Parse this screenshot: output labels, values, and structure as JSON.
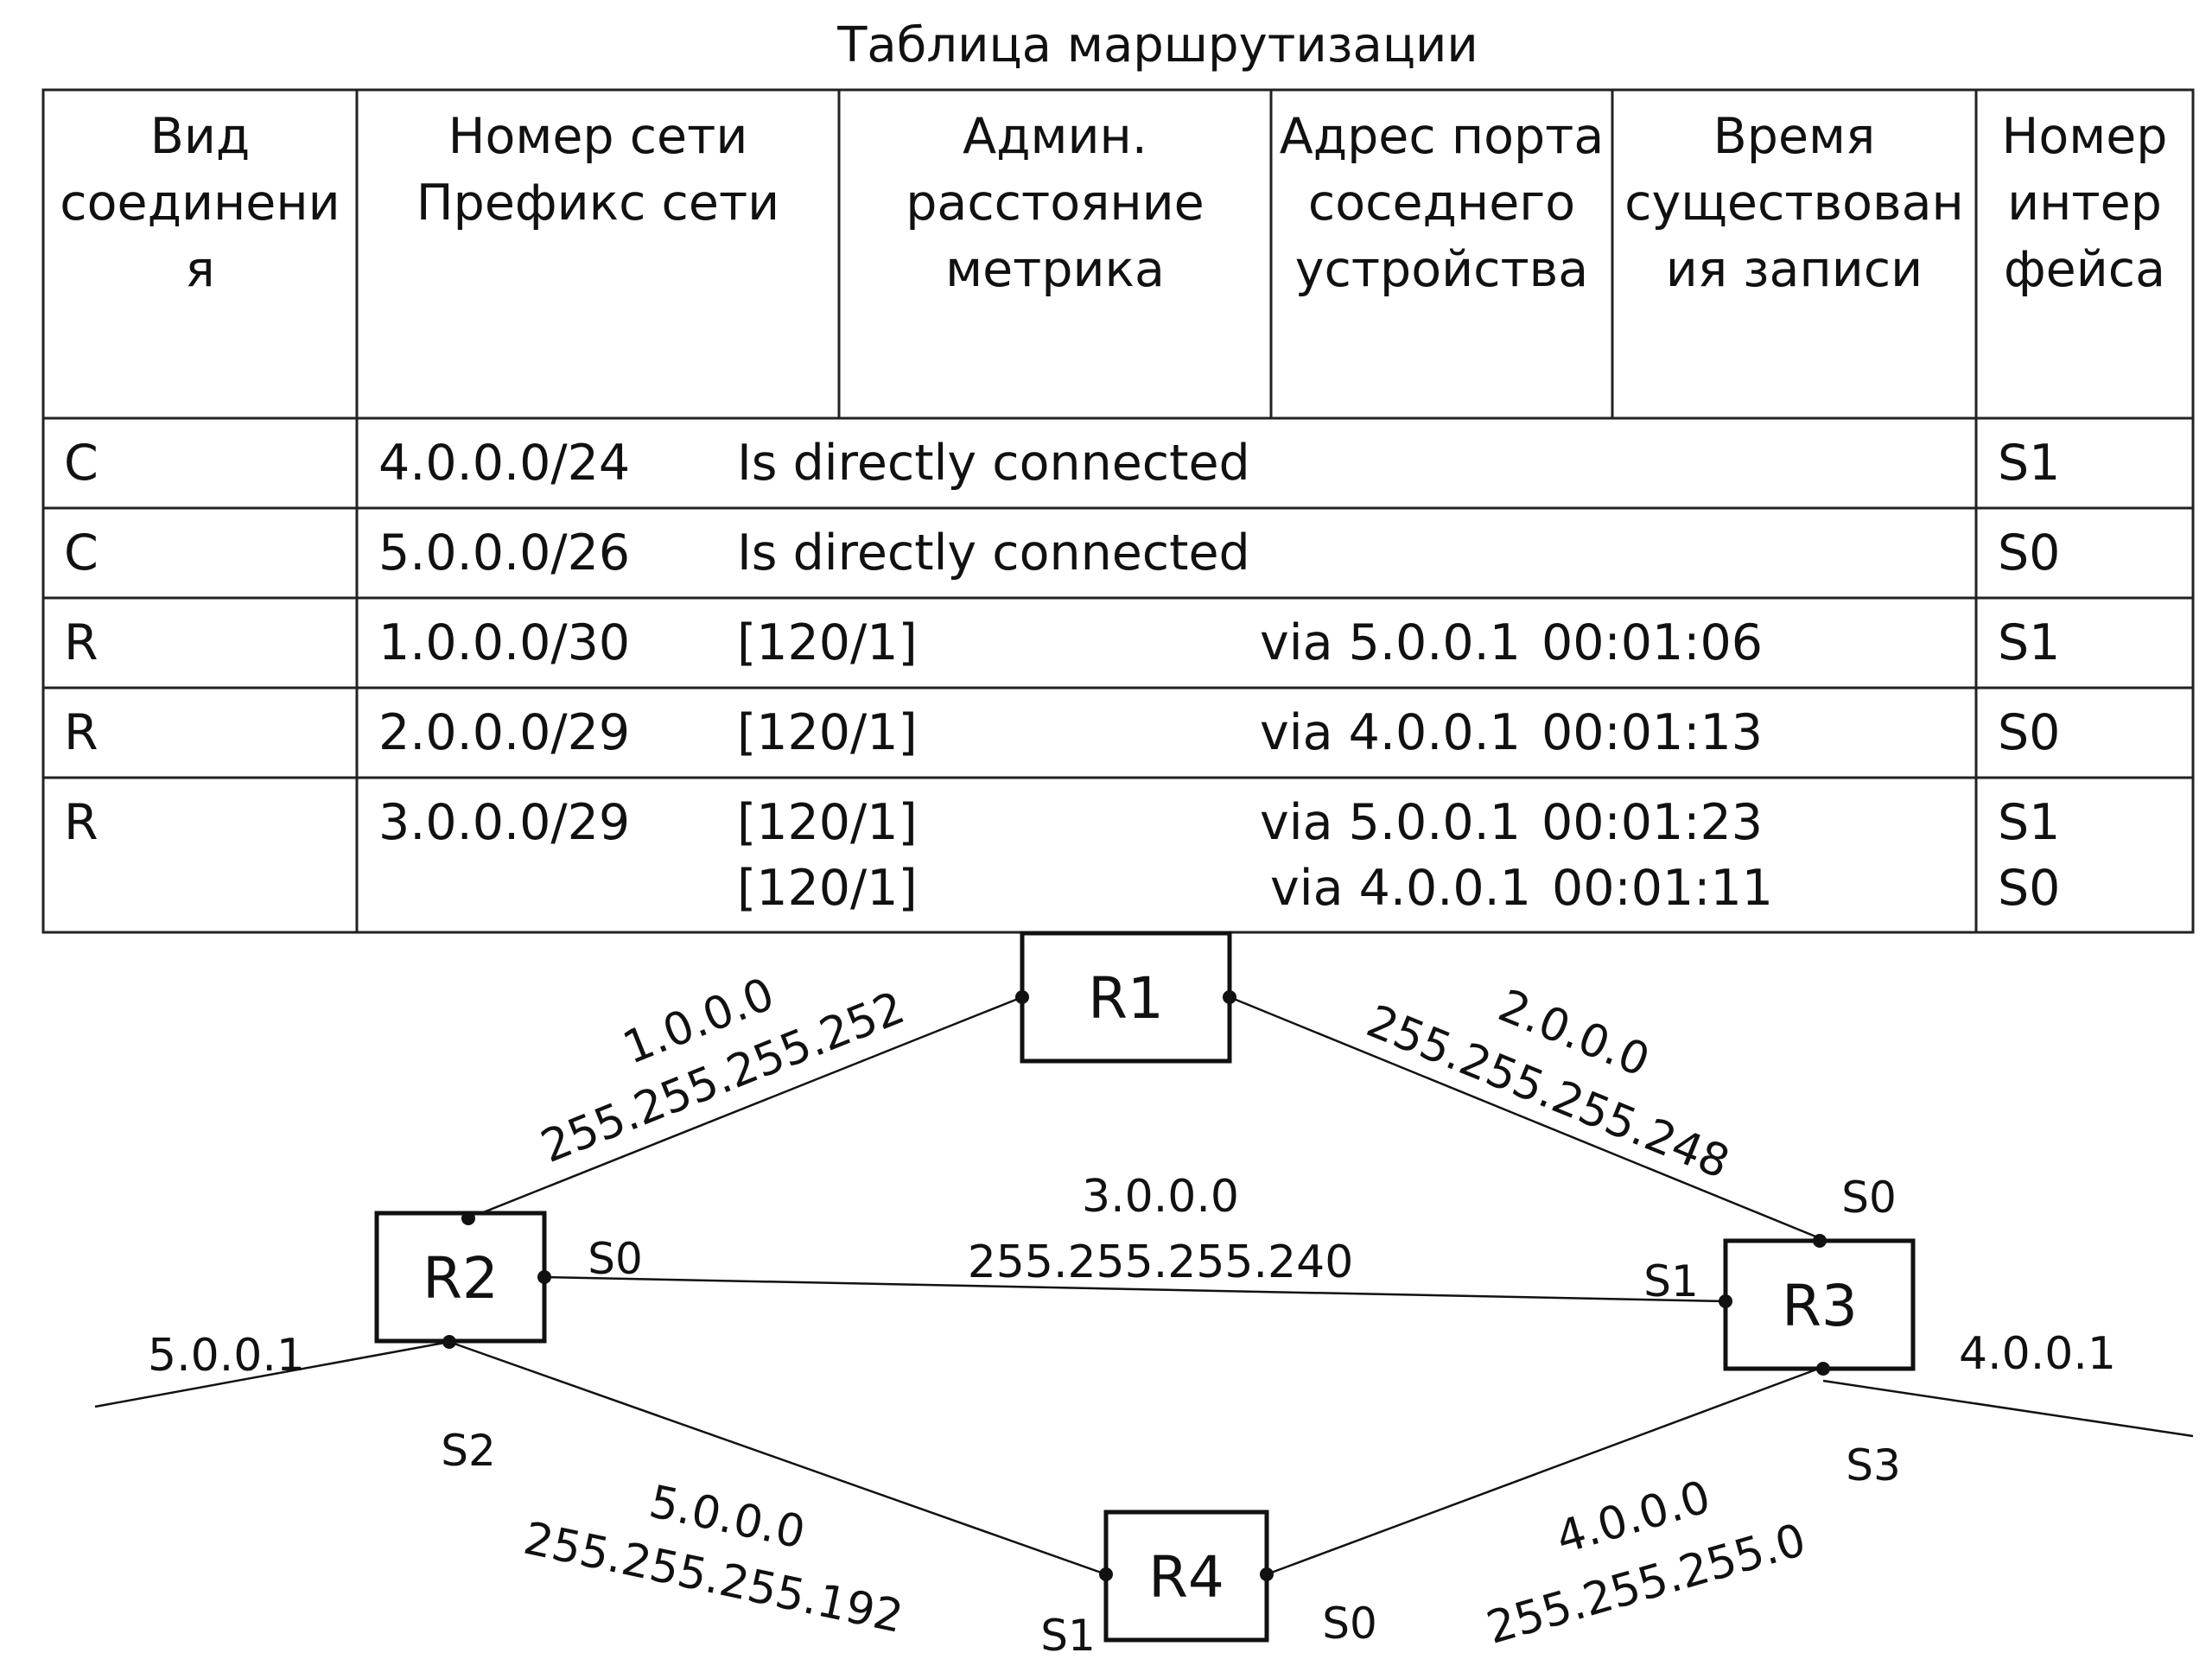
{
  "title": "Таблица маршрутизации",
  "table": {
    "headers": [
      "Вид\nсоединени\nя",
      "Номер сети\nПрефикс сети",
      "Админ.\nрасстояние\nметрика",
      "Адрес порта\nсоседнего\nустройства",
      "Время\nсуществован\nия записи",
      "Номер\nинтер\nфейса"
    ],
    "rows": [
      {
        "type": "C",
        "net": "4.0.0.0/24",
        "info": "Is directly connected",
        "iface": "S1"
      },
      {
        "type": "C",
        "net": "5.0.0.0/26",
        "info": "Is directly connected",
        "iface": "S0"
      },
      {
        "type": "R",
        "net": "1.0.0.0/30",
        "metric": "[120/1]",
        "via": "via 5.0.0.1",
        "time": "00:01:06",
        "iface": "S1"
      },
      {
        "type": "R",
        "net": "2.0.0.0/29",
        "metric": "[120/1]",
        "via": "via 4.0.0.1",
        "time": "00:01:13",
        "iface": "S0"
      },
      {
        "type": "R",
        "net": "3.0.0.0/29",
        "metric": "[120/1]",
        "via": "via 5.0.0.1",
        "time": "00:01:23",
        "iface": "S1"
      },
      {
        "metric": "[120/1]",
        "via": "via 4.0.0.1",
        "time": "00:01:11",
        "iface": "S0"
      }
    ]
  },
  "diagram": {
    "routers": {
      "r1": "R1",
      "r2": "R2",
      "r3": "R3",
      "r4": "R4"
    },
    "links": {
      "r1_r2": {
        "net": "1.0.0.0",
        "mask": "255.255.255.252"
      },
      "r1_r3": {
        "net": "2.0.0.0",
        "mask": "255.255.255.248"
      },
      "r2_r3": {
        "net": "3.0.0.0",
        "mask": "255.255.255.240"
      },
      "r2_r4": {
        "net": "5.0.0.0",
        "mask": "255.255.255.192"
      },
      "r4_r3": {
        "net": "4.0.0.0",
        "mask": "255.255.255.0"
      }
    },
    "ports": {
      "r2_s0": "S0",
      "r2_s2": "S2",
      "r3_s0": "S0",
      "r3_s1": "S1",
      "r3_s3": "S3",
      "r4_s1": "S1",
      "r4_s0": "S0"
    },
    "addresses": {
      "left": "5.0.0.1",
      "right": "4.0.0.1"
    }
  }
}
